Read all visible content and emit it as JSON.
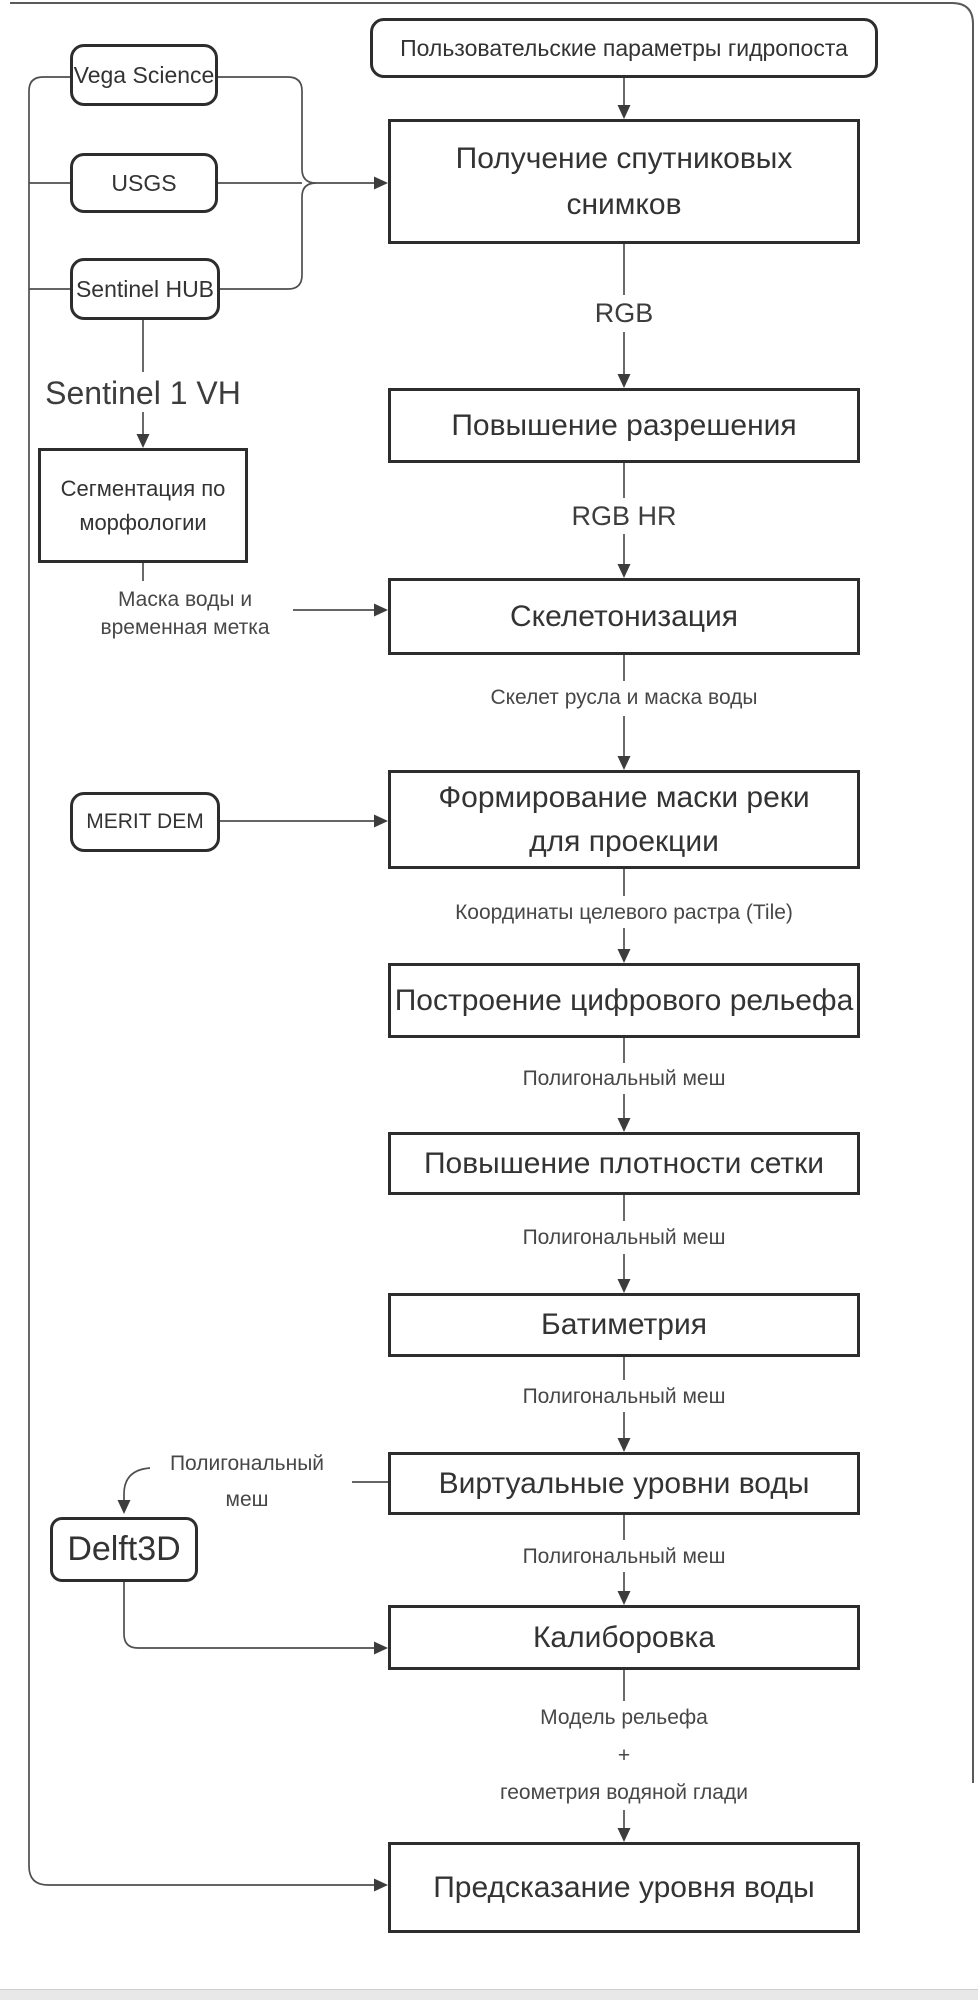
{
  "colors": {
    "background": "#ffffff",
    "box_border": "#2d2d2d",
    "connector_line": "#4f4f4f",
    "box_text": "#333333",
    "label_text": "#474747",
    "footer_strip": "#e8e8e8"
  },
  "sources": {
    "user_params": {
      "label": "Пользовательские параметры гидропоста"
    },
    "vega": {
      "label": "Vega Science"
    },
    "usgs": {
      "label": "USGS"
    },
    "sentinel_hub": {
      "label": "Sentinel HUB"
    },
    "sentinel1vh": {
      "label": "Sentinel 1 VH"
    },
    "merit_dem": {
      "label": "MERIT DEM"
    },
    "delft3d": {
      "label": "Delft3D"
    }
  },
  "processes": {
    "seg_morph": {
      "lines": [
        "Сегментация по",
        "морфологии"
      ]
    },
    "fetch": {
      "lines": [
        "Получение спутниковых",
        "снимков"
      ]
    },
    "upscale": {
      "label": "Повышение разрешения"
    },
    "skeleton": {
      "label": "Скелетонизация"
    },
    "river_mask": {
      "lines": [
        "Формирование маски реки",
        "для проекции"
      ]
    },
    "dem_build": {
      "label": "Построение цифрового рельефа"
    },
    "densify": {
      "label": "Повышение плотности сетки"
    },
    "bathymetry": {
      "label": "Батиметрия"
    },
    "virtual_levels": {
      "label": "Виртуальные уровни воды"
    },
    "calibration": {
      "label": "Калиборовка"
    },
    "prediction": {
      "label": "Предсказание уровня воды"
    }
  },
  "edge_labels": {
    "rgb": "RGB",
    "rgb_hr": "RGB HR",
    "skeleton_out": "Скелет русла и маска воды",
    "tile_coords": "Координаты целевого растра (Tile)",
    "mesh_1": "Полигональный меш",
    "mesh_2": "Полигональный меш",
    "mesh_3": "Полигональный меш",
    "mesh_4": "Полигональный меш",
    "mesh_side": {
      "lines": [
        "Полигональный",
        "меш"
      ]
    },
    "water_mask": {
      "lines": [
        "Маска воды и",
        "временная метка"
      ]
    },
    "calib_out": {
      "lines": [
        "Модель рельефа",
        "+",
        "геометрия водяной глади"
      ]
    }
  }
}
